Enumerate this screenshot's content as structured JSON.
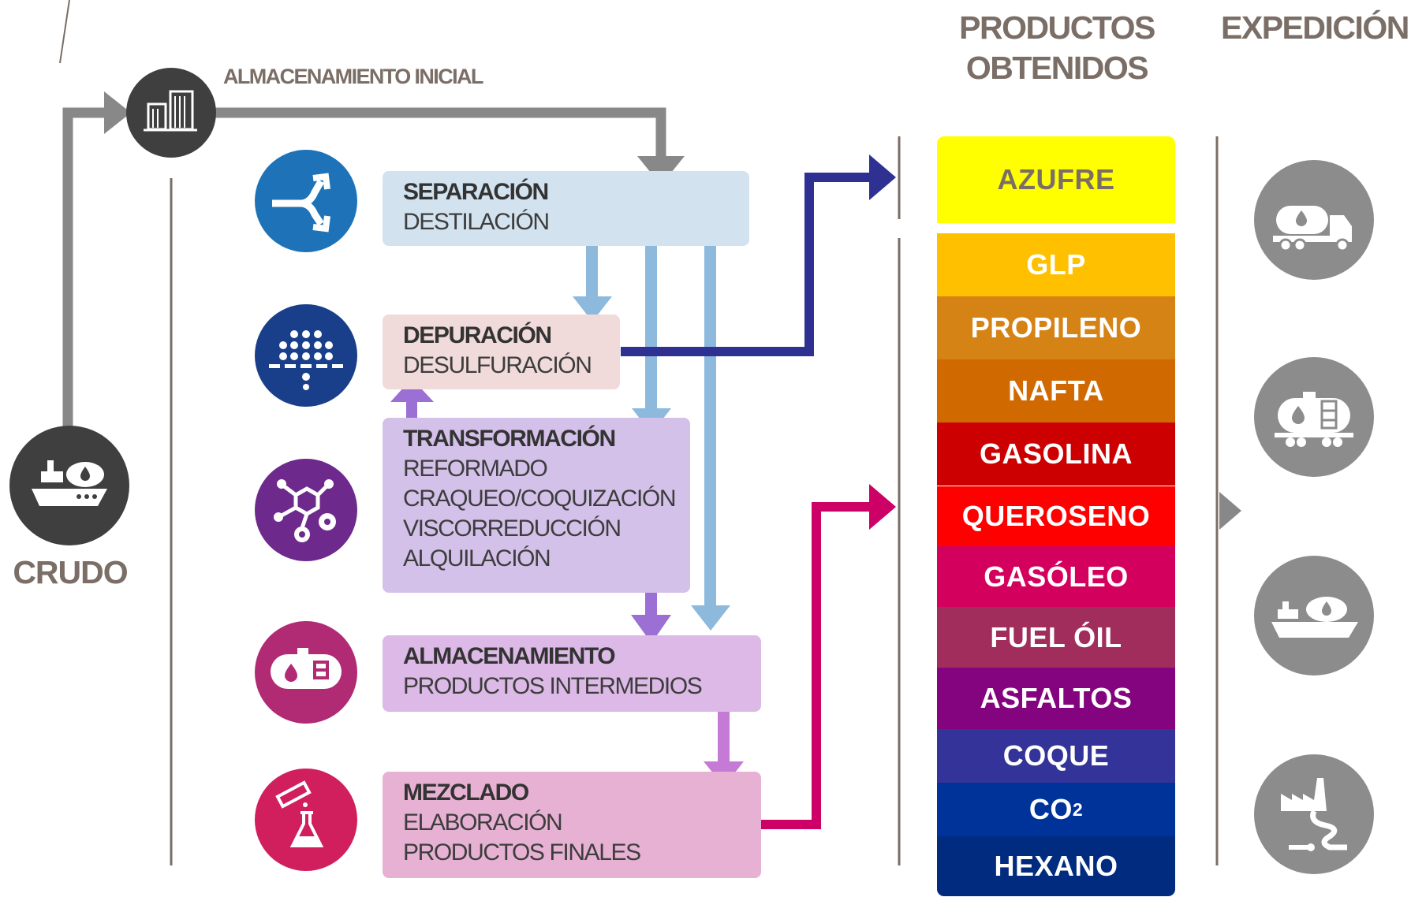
{
  "headers": {
    "productos": "PRODUCTOS OBTENIDOS",
    "productos_line1": "PRODUCTOS",
    "productos_line2": "OBTENIDOS",
    "expedicion": "EXPEDICIÓN"
  },
  "storage_initial": "ALMACENAMIENTO INICIAL",
  "crude_label": "CRUDO",
  "process_boxes": [
    {
      "title": "SEPARACIÓN",
      "lines": [
        "DESTILACIÓN"
      ],
      "color": "#d2e2ef"
    },
    {
      "title": "DEPURACIÓN",
      "lines": [
        "DESULFURACIÓN"
      ],
      "color": "#f1dada"
    },
    {
      "title": "TRANSFORMACIÓN",
      "lines": [
        "REFORMADO",
        "CRAQUEO/COQUIZACIÓN",
        "VISCORREDUCCIÓN",
        "ALQUILACIÓN"
      ],
      "color": "#d4c1ea"
    },
    {
      "title": "ALMACENAMIENTO",
      "lines": [
        "PRODUCTOS INTERMEDIOS"
      ],
      "color": "#dcb9e6"
    },
    {
      "title": "MEZCLADO",
      "lines": [
        "ELABORACIÓN",
        "PRODUCTOS FINALES"
      ],
      "color": "#e7b1d3"
    }
  ],
  "process_icons": [
    {
      "icon": "split-arrow-icon",
      "color": "#1e73b8"
    },
    {
      "icon": "filter-dots-icon",
      "color": "#1a3f8a"
    },
    {
      "icon": "molecule-gears-icon",
      "color": "#6d2a8c"
    },
    {
      "icon": "tank-icon",
      "color": "#b02b74"
    },
    {
      "icon": "flask-pour-icon",
      "color": "#d11e5c"
    }
  ],
  "products": [
    {
      "name": "AZUFRE",
      "color": "#ffff00",
      "text_color": "#7a6e66"
    },
    {
      "name": "GLP",
      "color": "#ffc000",
      "text_color": "#ffffff"
    },
    {
      "name": "PROPILENO",
      "color": "#d68316",
      "text_color": "#ffffff"
    },
    {
      "name": "NAFTA",
      "color": "#d06a00",
      "text_color": "#ffffff"
    },
    {
      "name": "GASOLINA",
      "color": "#cc0000",
      "text_color": "#ffffff"
    },
    {
      "name": "QUEROSENO",
      "color": "#ff0000",
      "text_color": "#ffffff"
    },
    {
      "name": "GASÓLEO",
      "color": "#d4005e",
      "text_color": "#ffffff"
    },
    {
      "name": "FUEL ÓIL",
      "color": "#a02d5c",
      "text_color": "#ffffff"
    },
    {
      "name": "ASFALTOS",
      "color": "#84037e",
      "text_color": "#ffffff"
    },
    {
      "name": "COQUE",
      "color": "#333399",
      "text_color": "#ffffff"
    },
    {
      "name": "CO",
      "sub": "2",
      "color": "#003399",
      "text_color": "#ffffff"
    },
    {
      "name": "HEXANO",
      "color": "#002b7f",
      "text_color": "#ffffff"
    }
  ],
  "dispatch_icons": [
    "tanker-truck-icon",
    "rail-tank-car-icon",
    "tanker-ship-icon",
    "pipeline-factory-icon"
  ],
  "colors": {
    "gray_arrow": "#888888",
    "icon_gray": "#8c8c8c",
    "dark_circle": "#3f3f3f",
    "light_blue_arrow": "#8db9dd",
    "purple_arrow": "#9b6fd3",
    "pink_arrow": "#c57ad6",
    "navy_arrow": "#2e3192",
    "magenta_arrow": "#cc0066",
    "divider": "#7a6e66"
  }
}
